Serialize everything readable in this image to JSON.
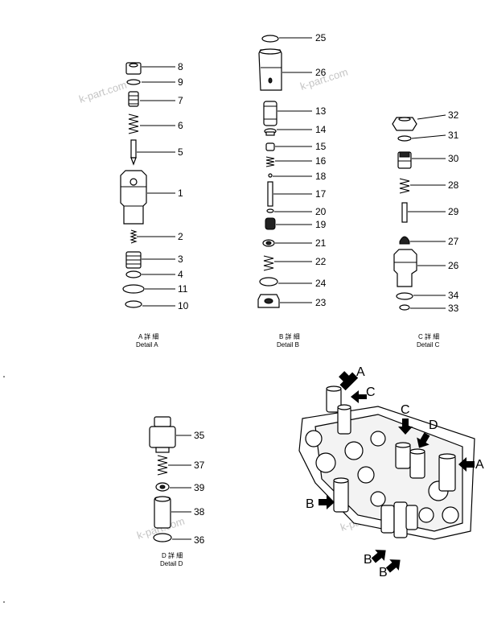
{
  "details": [
    {
      "id": "A",
      "caption_line1": "A  詳  細",
      "caption_line2": "Detail  A",
      "parts": [
        "8",
        "9",
        "7",
        "6",
        "5",
        "1",
        "2",
        "3",
        "4",
        "11",
        "10"
      ]
    },
    {
      "id": "B",
      "caption_line1": "B  詳  細",
      "caption_line2": "Detail  B",
      "parts": [
        "25",
        "26",
        "13",
        "14",
        "15",
        "16",
        "18",
        "17",
        "20",
        "19",
        "21",
        "22",
        "24",
        "23"
      ]
    },
    {
      "id": "C",
      "caption_line1": "C  詳  細",
      "caption_line2": "Detail  C",
      "parts": [
        "32",
        "31",
        "30",
        "28",
        "29",
        "27",
        "26",
        "34",
        "33"
      ]
    },
    {
      "id": "D",
      "caption_line1": "D  詳  細",
      "caption_line2": "Detail  D",
      "parts": [
        "35",
        "37",
        "39",
        "38",
        "36"
      ]
    }
  ],
  "callouts": [
    "A",
    "C",
    "C",
    "D",
    "A",
    "B",
    "B",
    "B"
  ],
  "watermark": "k-part.com"
}
